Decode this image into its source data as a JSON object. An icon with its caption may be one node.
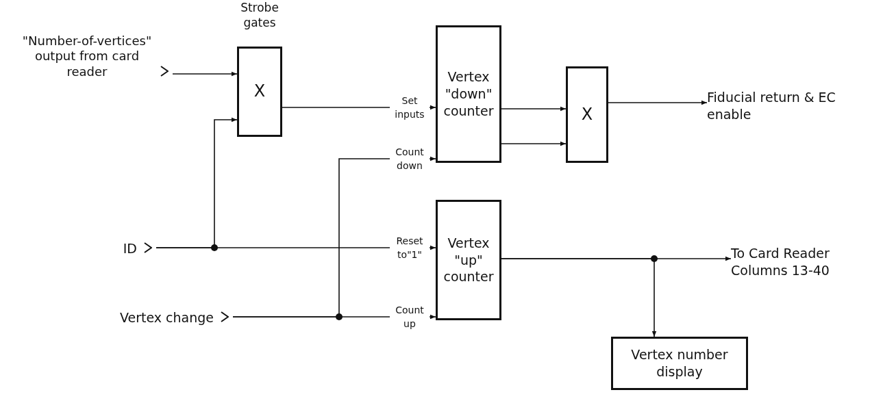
{
  "diagram": {
    "nodes": [
      {
        "text": [
          "\"Number-of-vertices\" output from card reader"
        ]
      },
      {
        "text": [
          "Strobe gates",
          "X"
        ]
      },
      {
        "text": [
          "Vertex \"down\" counter"
        ]
      },
      {
        "text": [
          "X"
        ]
      },
      {
        "text": [
          "Fiducial return & EC enable"
        ]
      },
      {
        "text": [
          "ID"
        ]
      },
      {
        "text": [
          "Vertex change"
        ]
      },
      {
        "text": [
          "Vertex \"up\" counter"
        ]
      },
      {
        "text": [
          "To Card Reader Columns 13-40"
        ]
      },
      {
        "text": [
          "Vertex number display"
        ]
      }
    ],
    "edges": [
      {
        "from": 0,
        "to": 1,
        "arrow": "to"
      },
      {
        "from": 5,
        "to": 1,
        "arrow": "to"
      },
      {
        "from": 1,
        "to": 2,
        "arrow": "to",
        "label": "Set inputs"
      },
      {
        "from": 6,
        "to": 2,
        "arrow": "to",
        "label": "Count down"
      },
      {
        "from": 5,
        "to": 7,
        "arrow": "to",
        "label": "Reset to\"1\""
      },
      {
        "from": 6,
        "to": 7,
        "arrow": "to",
        "label": "Count up"
      },
      {
        "from": 2,
        "to": 3,
        "arrow": "to"
      },
      {
        "from": 2,
        "to": 3,
        "arrow": "to"
      },
      {
        "from": 3,
        "to": 4,
        "arrow": "to"
      },
      {
        "from": 7,
        "to": 8,
        "arrow": "to"
      },
      {
        "from": 7,
        "to": 9,
        "arrow": "to"
      }
    ]
  }
}
